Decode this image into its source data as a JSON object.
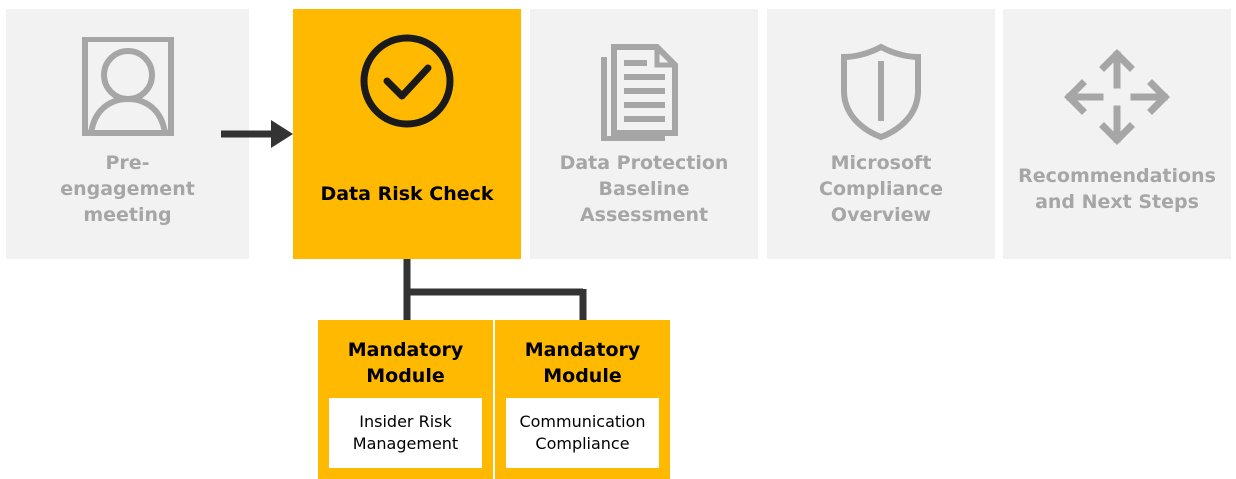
{
  "stages": [
    {
      "label_lines": [
        "Pre-",
        "engagement",
        "meeting"
      ],
      "icon": "person-icon"
    },
    {
      "label": "Data Risk Check",
      "icon": "check-circle-icon",
      "active": true
    },
    {
      "label_lines": [
        "Data Protection",
        "Baseline",
        "Assessment"
      ],
      "icon": "document-icon"
    },
    {
      "label_lines": [
        "Microsoft",
        "Compliance",
        "Overview"
      ],
      "icon": "shield-icon"
    },
    {
      "label_lines": [
        "Recommendations",
        "and Next Steps"
      ],
      "icon": "move-arrows-icon"
    }
  ],
  "modules": [
    {
      "title_lines": [
        "Mandatory",
        "Module"
      ],
      "body_lines": [
        "Insider Risk",
        "Management"
      ]
    },
    {
      "title_lines": [
        "Mandatory",
        "Module"
      ],
      "body_lines": [
        "Communication",
        "Compliance"
      ]
    }
  ],
  "colors": {
    "accent": "#ffb900",
    "inactive_bg": "#f2f2f2",
    "inactive_fg": "#a6a6a6",
    "connector": "#333333"
  }
}
